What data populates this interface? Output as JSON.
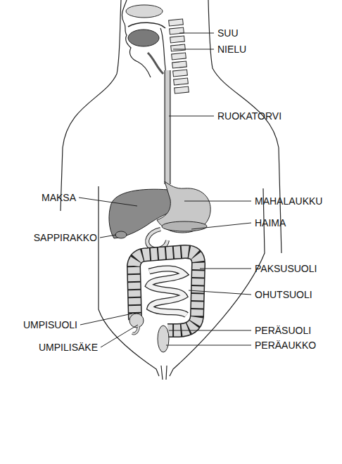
{
  "diagram": {
    "labels": [
      "SUU",
      "NIELU",
      "RUOKATORVI",
      "MAKSA",
      "MAHALAUKKU",
      "HAIMA",
      "SAPPIRAKKO",
      "PAKSUSUOLI",
      "OHUTSUOLI",
      "UMPISUOLI",
      "PERÄSUOLI",
      "UMPILISÄKE",
      "PERÄAUKKO"
    ]
  }
}
